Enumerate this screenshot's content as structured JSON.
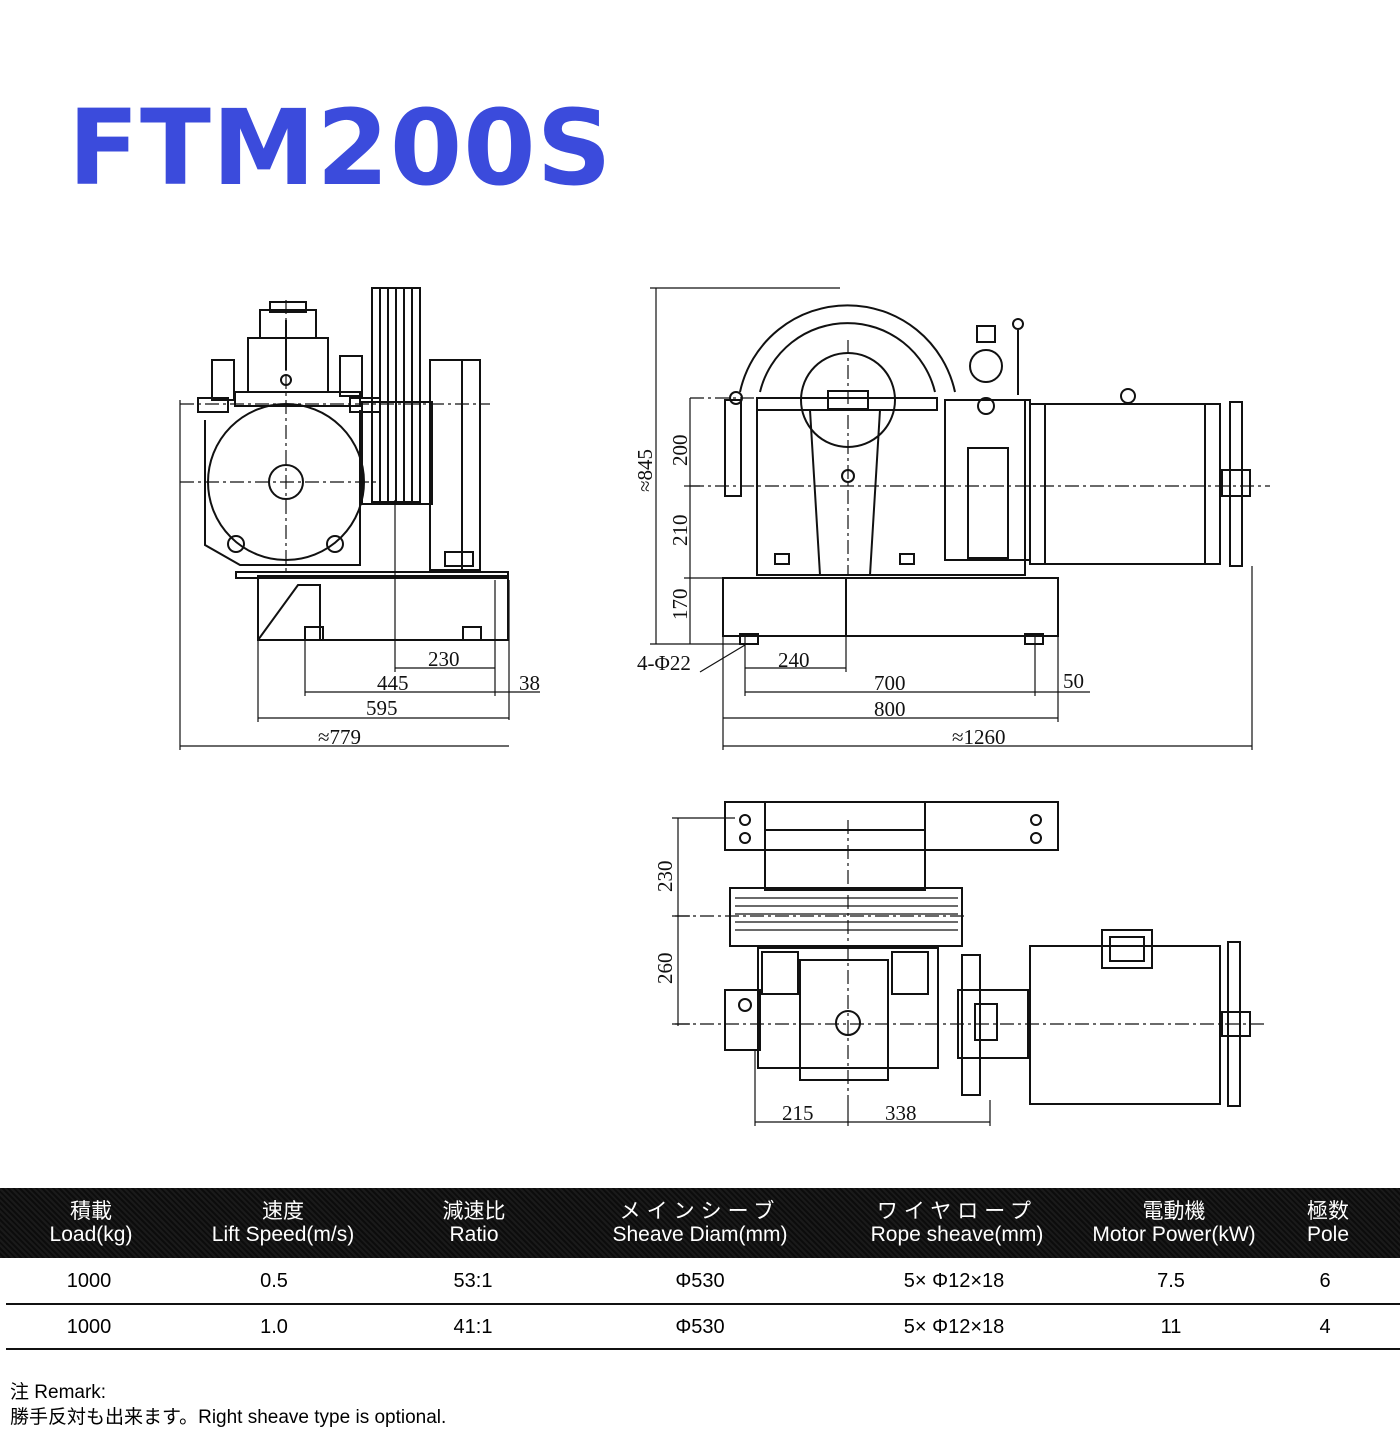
{
  "title": "FTM200S",
  "dimensions": {
    "side": [
      "230",
      "445",
      "38",
      "595",
      "≈779"
    ],
    "front": [
      "≈845",
      "200",
      "210",
      "170",
      "4-Φ22",
      "240",
      "700",
      "50",
      "800",
      "≈1260"
    ],
    "top": [
      "230",
      "260",
      "215",
      "338"
    ]
  },
  "table": {
    "headers": [
      {
        "jp": "積載",
        "en": "Load(kg)"
      },
      {
        "jp": "速度",
        "en": "Lift Speed(m/s)"
      },
      {
        "jp": "減速比",
        "en": "Ratio"
      },
      {
        "jp": "メインシーブ",
        "en": "Sheave Diam(mm)"
      },
      {
        "jp": "ワイヤロープ",
        "en": "Rope sheave(mm)"
      },
      {
        "jp": "電動機",
        "en": "Motor Power(kW)"
      },
      {
        "jp": "極数",
        "en": "Pole"
      }
    ],
    "rows": [
      [
        "1000",
        "0.5",
        "53:1",
        "Φ530",
        "5× Φ12×18",
        "7.5",
        "6"
      ],
      [
        "1000",
        "1.0",
        "41:1",
        "Φ530",
        "5× Φ12×18",
        "11",
        "4"
      ]
    ]
  },
  "remark": {
    "label": "注  Remark:",
    "text": "勝手反対も出来ます。Right sheave type is optional."
  }
}
